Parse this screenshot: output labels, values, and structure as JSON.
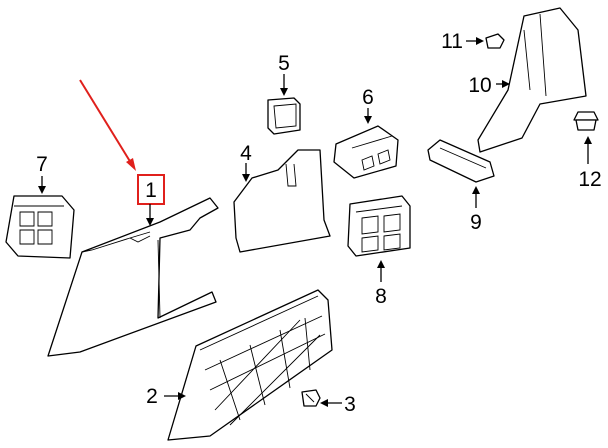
{
  "callouts": [
    {
      "id": "1",
      "text": "1"
    },
    {
      "id": "2",
      "text": "2"
    },
    {
      "id": "3",
      "text": "3"
    },
    {
      "id": "4",
      "text": "4"
    },
    {
      "id": "5",
      "text": "5"
    },
    {
      "id": "6",
      "text": "6"
    },
    {
      "id": "7",
      "text": "7"
    },
    {
      "id": "8",
      "text": "8"
    },
    {
      "id": "9",
      "text": "9"
    },
    {
      "id": "10",
      "text": "10"
    },
    {
      "id": "11",
      "text": "11"
    },
    {
      "id": "12",
      "text": "12"
    }
  ],
  "highlight": {
    "target": "1",
    "color": "#e0201c"
  },
  "colors": {
    "line": "#000000",
    "background": "#ffffff"
  }
}
